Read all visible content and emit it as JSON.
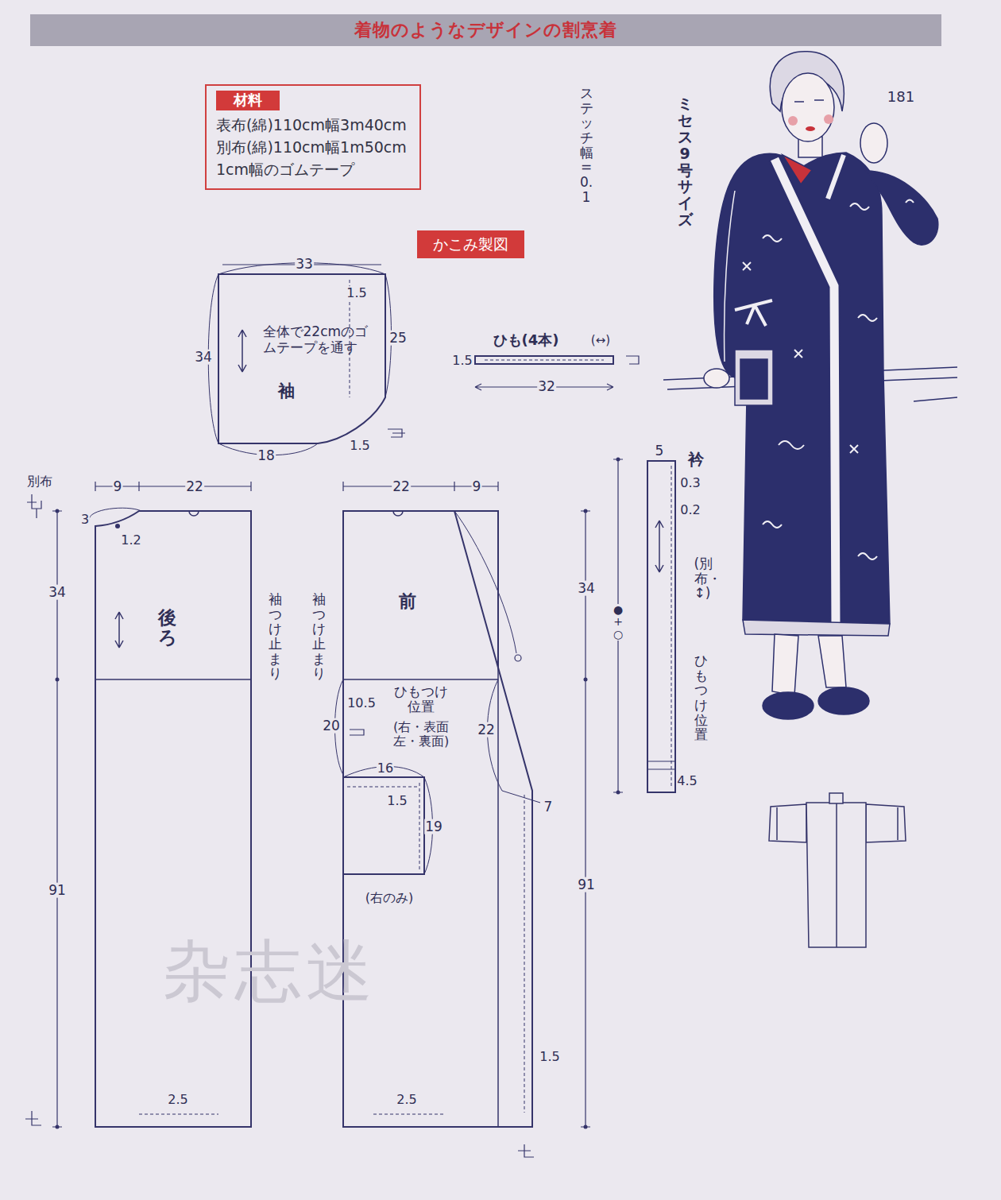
{
  "diagram": {
    "title": "着物のようなデザインの割烹着",
    "nodes": [
      {
        "text": [
          "材料",
          "表布(綿)110cm幅3m40cm",
          "別布(綿)110cm幅1m50cm",
          "1cm幅のゴムテープ"
        ]
      },
      {
        "text": [
          "かこみ製図"
        ]
      },
      {
        "text": [
          "袖",
          "全体で22cmのゴムテープを通す"
        ]
      },
      {
        "text": [
          "ひも(4本)"
        ]
      },
      {
        "text": [
          "後ろ"
        ]
      },
      {
        "text": [
          "前"
        ]
      },
      {
        "text": [
          "(右のみ)"
        ],
        "in": 5
      },
      {
        "text": [
          "衿"
        ]
      }
    ],
    "labels": [
      "ステッチ幅=0.1",
      "ミセス9号サイズ",
      "181",
      "33",
      "1.5",
      "25",
      "34",
      "18",
      "1.5",
      "(↔)",
      "1.5",
      "32",
      "別布",
      "9",
      "22",
      "3",
      "1.2",
      "34",
      "91",
      "袖つけ止まり",
      "2.5",
      "22",
      "9",
      "袖つけ止まり",
      "10.5",
      "20",
      "ひもつけ位置",
      "(右・表面 左・裏面)",
      "22",
      "16",
      "1.5",
      "19",
      "7",
      "1.5",
      "2.5",
      "34",
      "91",
      "5",
      "0.3",
      "0.2",
      "●+○",
      "(別布・↕)",
      "ひもつけ位置",
      "4.5",
      "杂志迷"
    ]
  }
}
